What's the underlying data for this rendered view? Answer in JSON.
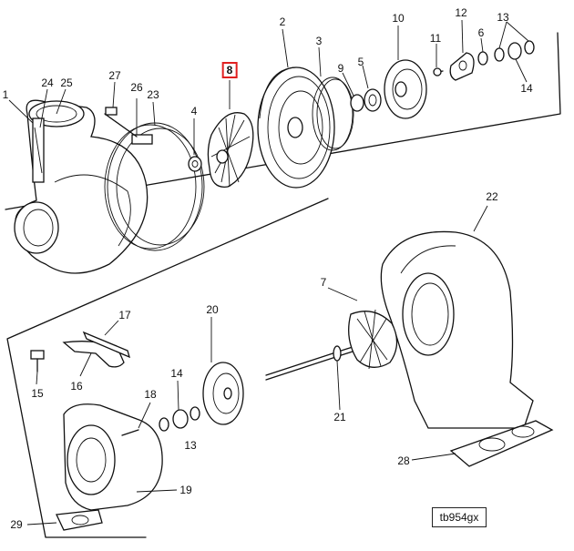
{
  "diagram": {
    "reference_code": "tb954gx",
    "highlighted_part": "8",
    "highlight_color": "#e02020",
    "callouts": [
      {
        "key": "p1",
        "label": "1"
      },
      {
        "key": "p2",
        "label": "2"
      },
      {
        "key": "p3",
        "label": "3"
      },
      {
        "key": "p4",
        "label": "4"
      },
      {
        "key": "p5",
        "label": "5"
      },
      {
        "key": "p6",
        "label": "6"
      },
      {
        "key": "p7",
        "label": "7"
      },
      {
        "key": "p8",
        "label": "8"
      },
      {
        "key": "p9",
        "label": "9"
      },
      {
        "key": "p10",
        "label": "10"
      },
      {
        "key": "p11",
        "label": "11"
      },
      {
        "key": "p12",
        "label": "12"
      },
      {
        "key": "p13a",
        "label": "13"
      },
      {
        "key": "p13b",
        "label": "13"
      },
      {
        "key": "p14a",
        "label": "14"
      },
      {
        "key": "p14b",
        "label": "14"
      },
      {
        "key": "p15",
        "label": "15"
      },
      {
        "key": "p16",
        "label": "16"
      },
      {
        "key": "p17",
        "label": "17"
      },
      {
        "key": "p18",
        "label": "18"
      },
      {
        "key": "p19",
        "label": "19"
      },
      {
        "key": "p20",
        "label": "20"
      },
      {
        "key": "p21",
        "label": "21"
      },
      {
        "key": "p22",
        "label": "22"
      },
      {
        "key": "p23",
        "label": "23"
      },
      {
        "key": "p24",
        "label": "24"
      },
      {
        "key": "p25",
        "label": "25"
      },
      {
        "key": "p26",
        "label": "26"
      },
      {
        "key": "p27",
        "label": "27"
      },
      {
        "key": "p28",
        "label": "28"
      },
      {
        "key": "p29",
        "label": "29"
      }
    ]
  }
}
